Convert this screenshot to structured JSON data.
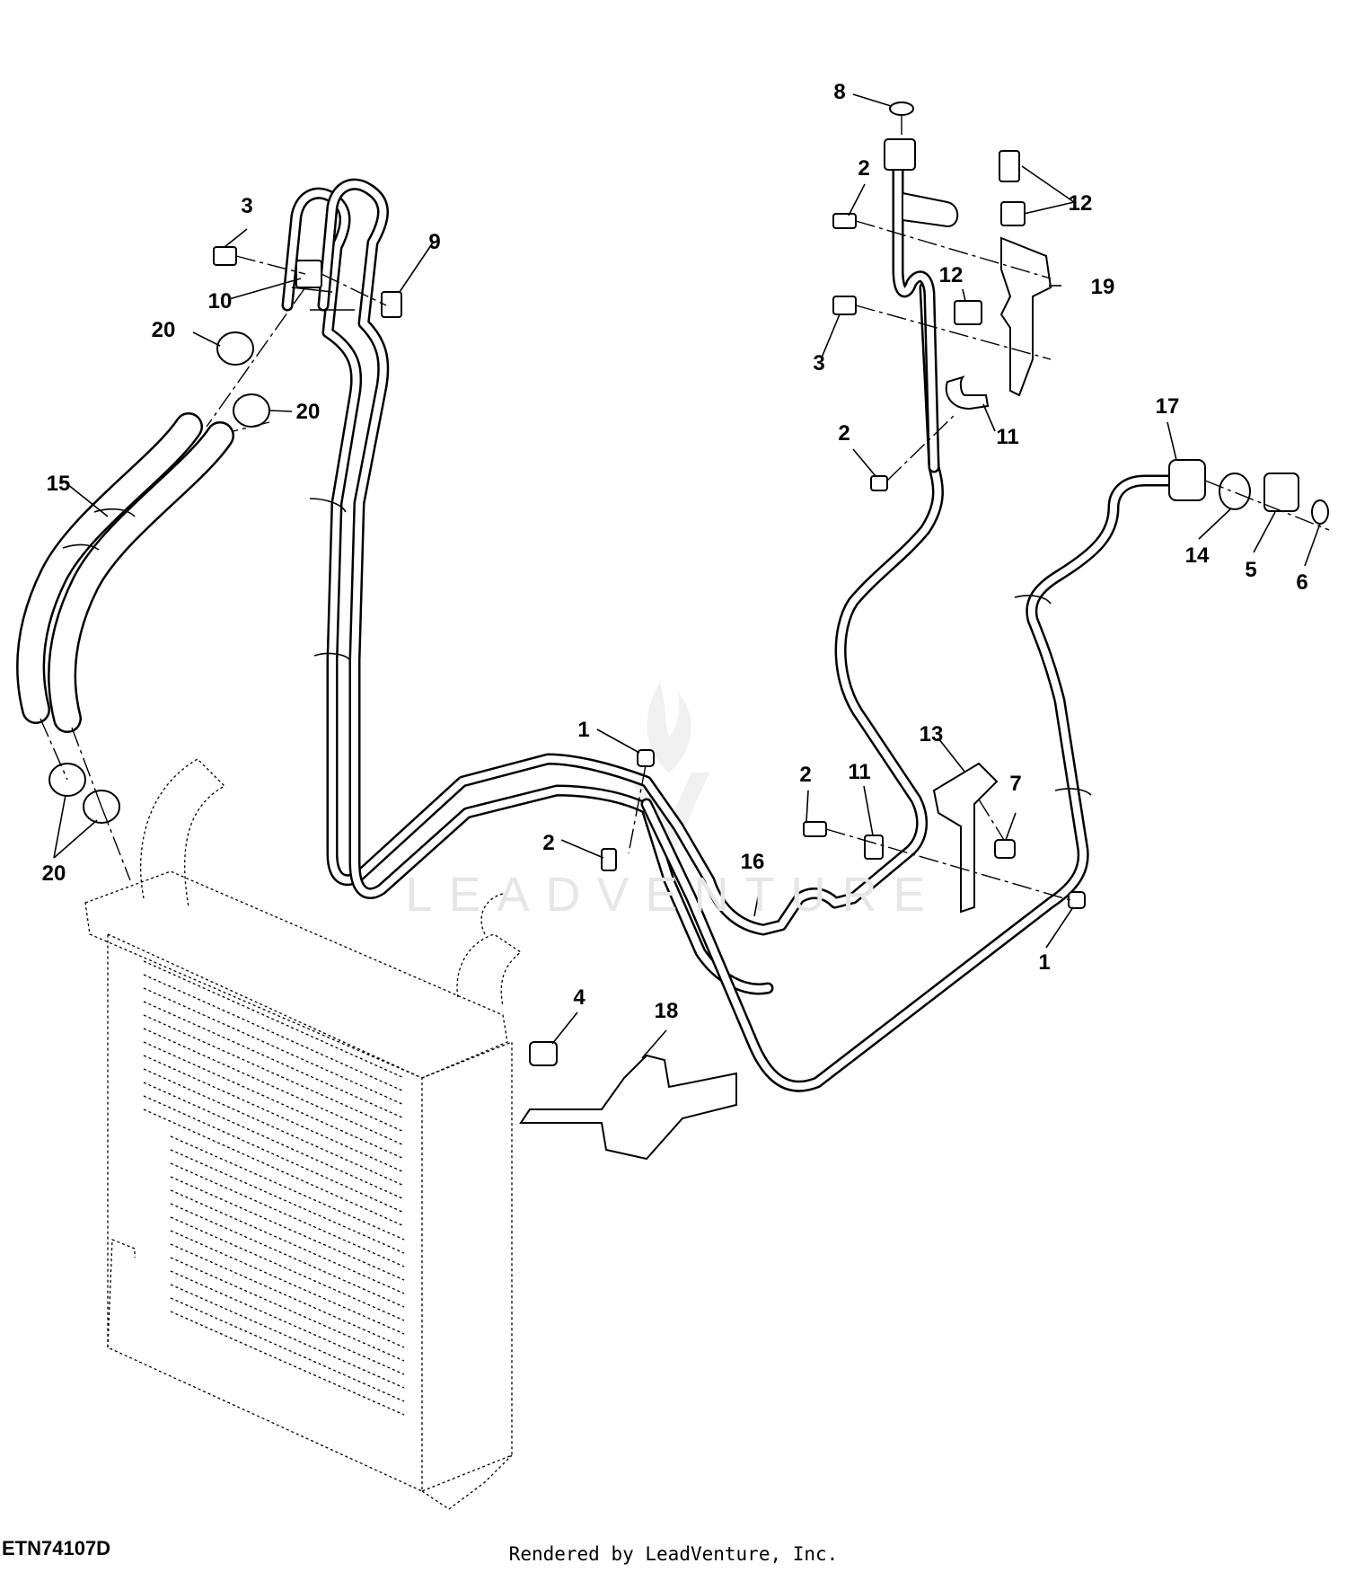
{
  "figure_id": "ETN74107D",
  "render_credit": "Rendered by LeadVenture, Inc.",
  "watermark": "LEADVENTURE",
  "callouts": [
    "8",
    "2",
    "12",
    "3",
    "9",
    "10",
    "12",
    "19",
    "20",
    "3",
    "20",
    "11",
    "2",
    "17",
    "15",
    "14",
    "5",
    "6",
    "1",
    "13",
    "2",
    "7",
    "11",
    "2",
    "16",
    "1",
    "20",
    "4",
    "18"
  ]
}
